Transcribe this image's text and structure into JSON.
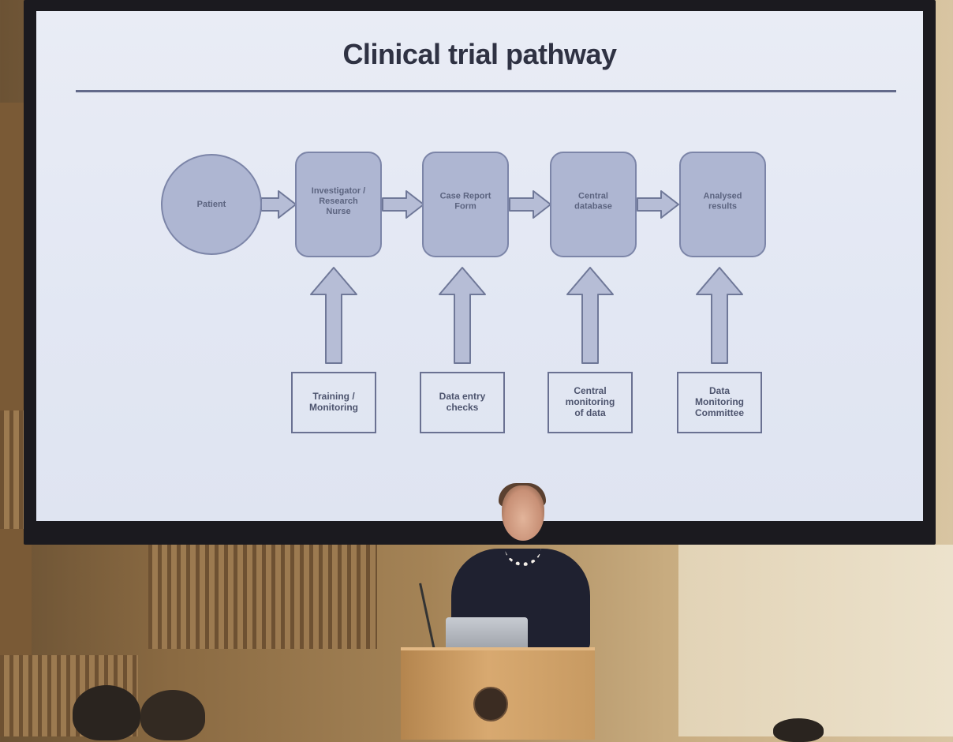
{
  "slide": {
    "title": "Clinical trial pathway",
    "flow_nodes": [
      {
        "id": "patient",
        "shape": "circle",
        "lines": [
          "Patient"
        ]
      },
      {
        "id": "investigator",
        "shape": "rounded-box",
        "lines": [
          "Investigator /",
          "Research",
          "Nurse"
        ]
      },
      {
        "id": "crf",
        "shape": "rounded-box",
        "lines": [
          "Case Report",
          "Form"
        ]
      },
      {
        "id": "central-db",
        "shape": "rounded-box",
        "lines": [
          "Central",
          "database"
        ]
      },
      {
        "id": "analysed",
        "shape": "rounded-box",
        "lines": [
          "Analysed",
          "results"
        ]
      }
    ],
    "oversight_boxes": [
      {
        "id": "training",
        "lines": [
          "Training /",
          "Monitoring"
        ]
      },
      {
        "id": "data-entry",
        "lines": [
          "Data entry",
          "checks"
        ]
      },
      {
        "id": "central-monitoring",
        "lines": [
          "Central",
          "monitoring",
          "of data"
        ]
      },
      {
        "id": "dmc",
        "lines": [
          "Data",
          "Monitoring",
          "Committee"
        ]
      }
    ],
    "colors": {
      "node_fill": "#aeb6d2",
      "node_stroke": "#7c85a8",
      "arrow_fill": "#b6bdd6",
      "arrow_stroke": "#6f7898",
      "box_stroke": "#6a7192"
    }
  }
}
